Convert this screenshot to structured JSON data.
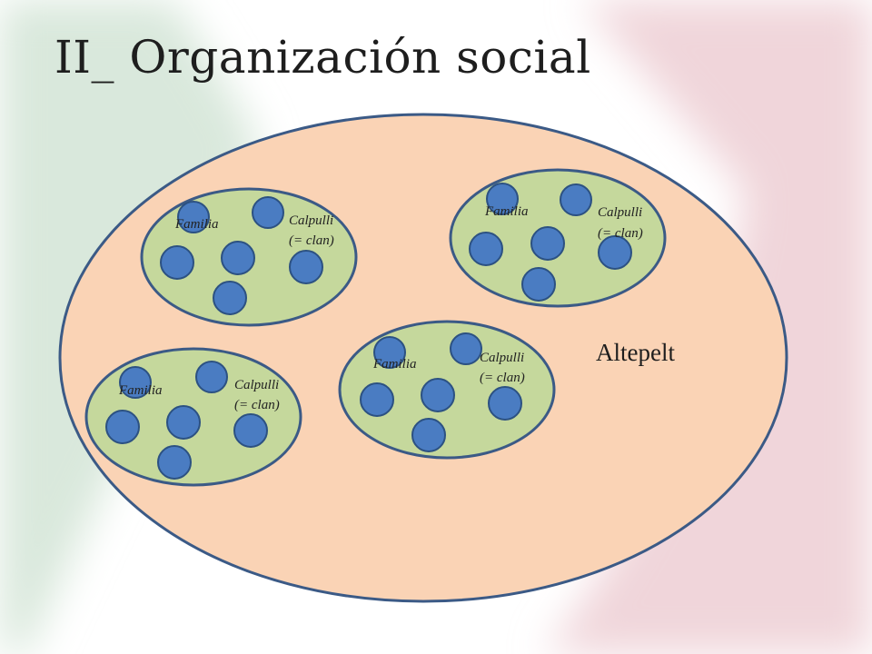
{
  "slide": {
    "title": "II_ Organización social"
  },
  "diagram": {
    "outer_label": "Altepelt",
    "groups": [
      {
        "familia_label": "Familia",
        "calpulli_label_line1": "Calpulli",
        "calpulli_label_line2": "(= clan)"
      },
      {
        "familia_label": "Familia",
        "calpulli_label_line1": "Calpulli",
        "calpulli_label_line2": "(= clan)"
      },
      {
        "familia_label": "Familia",
        "calpulli_label_line1": "Calpulli",
        "calpulli_label_line2": "(= clan)"
      },
      {
        "familia_label": "Familia",
        "calpulli_label_line1": "Calpulli",
        "calpulli_label_line2": "(= clan)"
      }
    ]
  },
  "colors": {
    "outer_fill": "#fad3b5",
    "outer_stroke": "#3b5a86",
    "group_fill": "#c5d89c",
    "group_stroke": "#3b5a86",
    "family_fill": "#4a7cc2",
    "family_stroke": "#2c5182",
    "flag_green": "#d9e8dc",
    "flag_red": "#f0d5da"
  }
}
